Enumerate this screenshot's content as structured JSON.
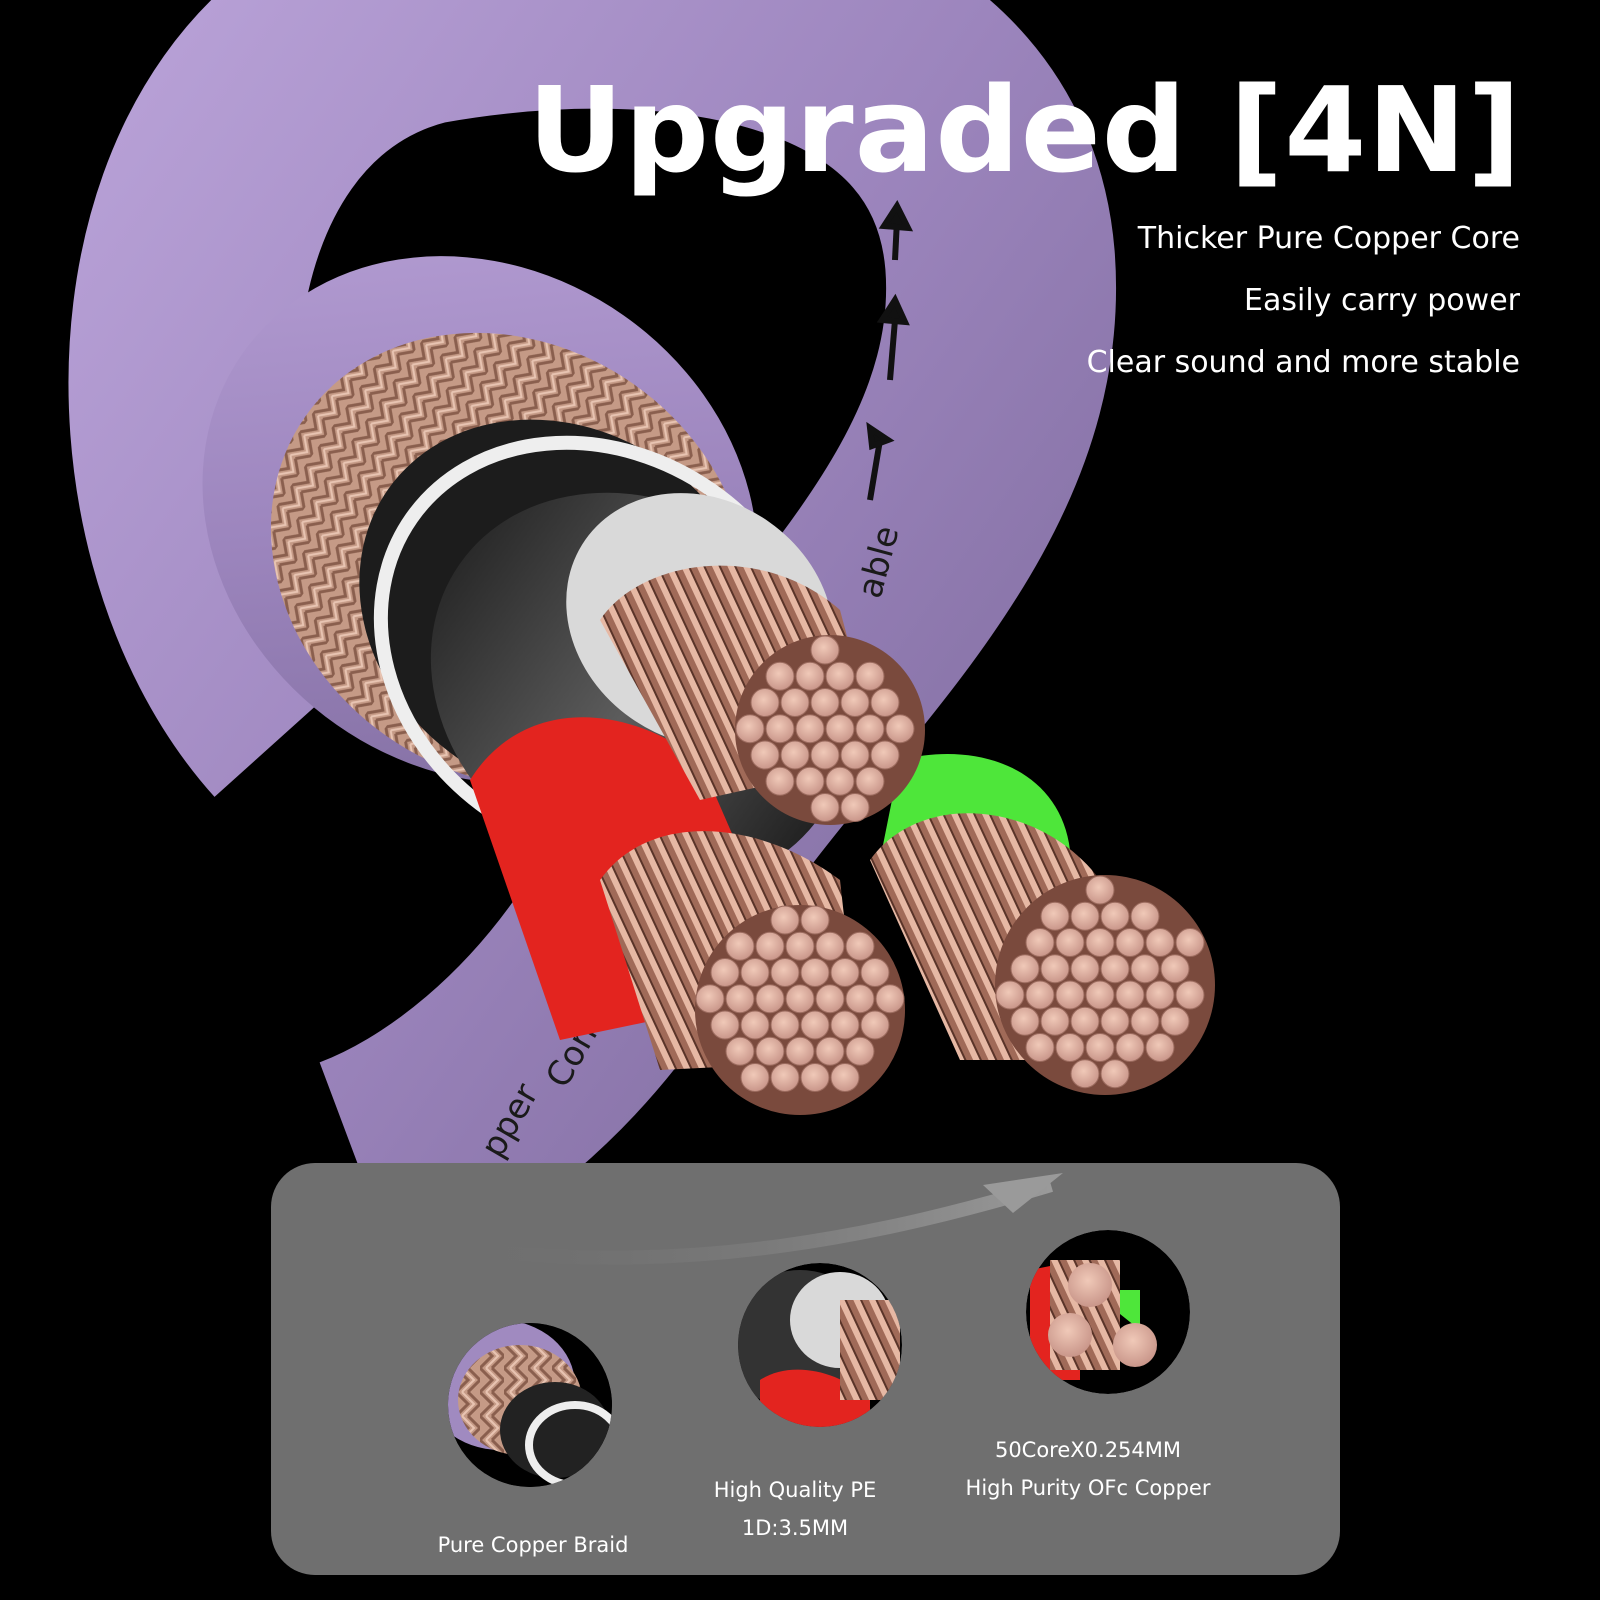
{
  "headline": "Upgraded [4N]",
  "features": [
    "Thicker Pure Copper Core",
    "Easily carry power",
    "Clear sound and more stable"
  ],
  "cable_print": {
    "upper": "able",
    "lower_1": "pper",
    "lower_2": "Cond"
  },
  "layers": [
    {
      "lines": [
        "Pure Copper Braid"
      ]
    },
    {
      "lines": [
        "High Quality PE",
        "1D:3.5MM"
      ]
    },
    {
      "lines": [
        "50CoreX0.254MM",
        "High Purity OFc Copper"
      ]
    }
  ],
  "colors": {
    "background": "#000000",
    "jacket": "#a08ac0",
    "copper": "#d4a394",
    "red_insulation": "#e3241f",
    "green_insulation": "#4ee63a",
    "panel": "#6f6f6f"
  }
}
